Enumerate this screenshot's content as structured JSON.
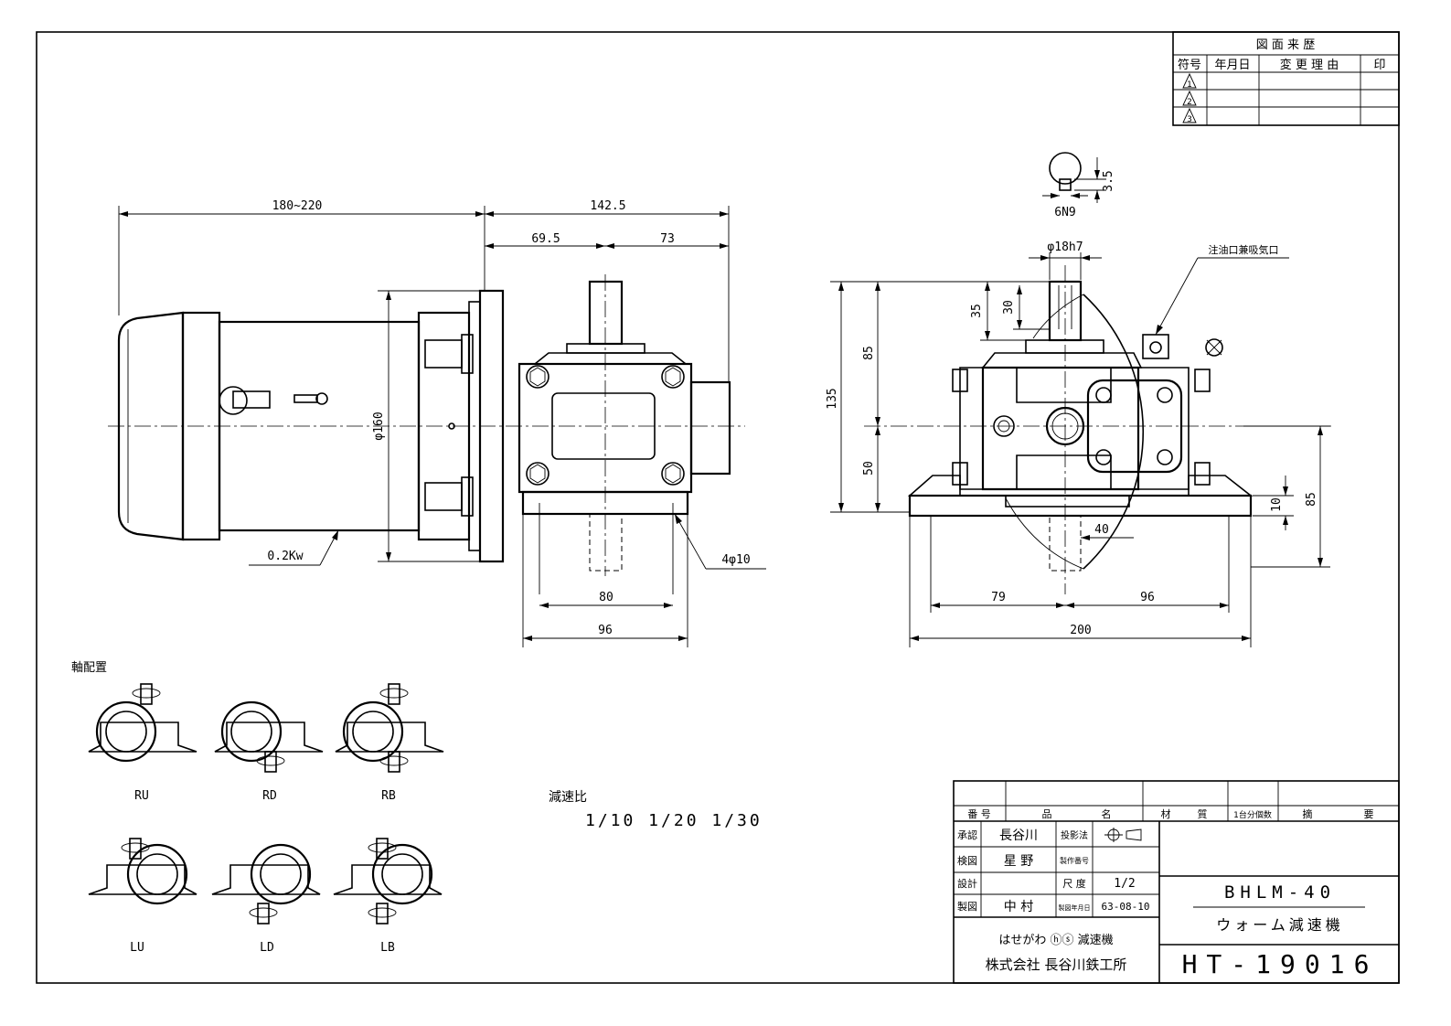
{
  "revision_table": {
    "title": "図 面 来 歴",
    "headers": [
      "符号",
      "年月日",
      "変 更 理 由",
      "印"
    ],
    "symbols": [
      "1",
      "2",
      "3"
    ]
  },
  "dimensions": {
    "motor_length": "180~220",
    "overall_gear": "142.5",
    "gear_left": "69.5",
    "gear_right": "73",
    "motor_dia": "φ160",
    "motor_power": "0.2Kw",
    "base_inner": "80",
    "base_outer": "96",
    "holes": "4φ10",
    "shaft_dia": "φ18h7",
    "key_width": "6N9",
    "key_depth": "3.5",
    "height_total": "135",
    "height_upper": "85",
    "height_lower": "50",
    "shaft_35": "35",
    "shaft_30": "30",
    "side_79": "79",
    "side_96": "96",
    "side_200": "200",
    "side_40": "40",
    "side_85": "85",
    "side_10": "10",
    "oil_port": "注油口兼吸気口"
  },
  "shaft_arrangement": {
    "title": "軸配置",
    "items": [
      "RU",
      "RD",
      "RB",
      "LU",
      "LD",
      "LB"
    ]
  },
  "reduction": {
    "title": "減速比",
    "values": "1/10  1/20  1/30"
  },
  "title_block": {
    "headers": [
      "番 号",
      "品",
      "名",
      "材",
      "質",
      "1台分個数",
      "摘",
      "要"
    ],
    "approved_label": "承認",
    "approved_name": "長谷川",
    "checked_label": "検図",
    "checked_name": "星 野",
    "design_label": "設計",
    "drawn_label": "製図",
    "drawn_name": "中 村",
    "projection_label": "投影法",
    "part_no_label": "製作番号",
    "scale_label": "尺 度",
    "scale_value": "1/2",
    "date_label": "製図年月日",
    "date_value": "63-08-10",
    "model": "BHLM-40",
    "product": "ウォーム減速機",
    "brand": "はせがわ ⓗⓢ 減速機",
    "company": "株式会社 長谷川鉄工所",
    "drawing_no": "HT-19016"
  }
}
